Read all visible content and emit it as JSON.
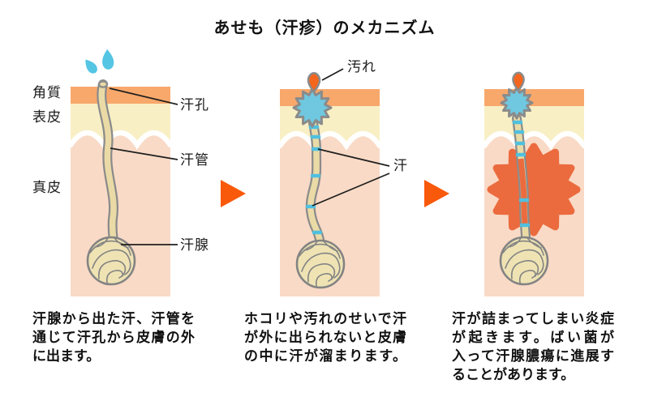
{
  "title": "あせも（汗疹）のメカニズム",
  "colors": {
    "stratum_corneum_orange": "#F8A86B",
    "epidermis_cream": "#F8EFC5",
    "dermis_pink": "#F9DAC6",
    "duct_tan": "#EADAA6",
    "gland_fill": "#EFE3B4",
    "outline_gray": "#8B8B8B",
    "sweat_blue": "#55C5E4",
    "dirt_orange": "#F4651D",
    "inflammation_red": "#EB6B3E",
    "arrow_orange": "#F9590B",
    "text_black": "#1A1A1A"
  },
  "icons": {
    "step_arrow_1": "arrow-right-triangle",
    "step_arrow_2": "arrow-right-triangle",
    "sweat_droplets": "water-drops",
    "dirt_plug": "dirt-drop",
    "trapped_sweat": "starburst",
    "inflammation": "starburst-large"
  },
  "panels": [
    {
      "name": "normal-sweating",
      "layer_labels": {
        "stratum": "角質",
        "epidermis": "表皮",
        "dermis": "真皮"
      },
      "part_labels": {
        "pore": "汗孔",
        "duct": "汗管",
        "gland": "汗腺"
      },
      "caption_lines": [
        "汗腺から出た汗、汗管を",
        "通じて汗孔から皮膚の外",
        "に出ます。"
      ]
    },
    {
      "name": "blocked-pore",
      "part_labels": {
        "dirt": "汚れ",
        "sweat": "汗"
      },
      "caption_lines": [
        "ホコリや汚れのせいで汗",
        "が外に出られないと皮膚",
        "の中に汗が溜まります。"
      ]
    },
    {
      "name": "inflammation",
      "caption_lines": [
        "汗が詰まってしまい炎症",
        "が起きます。ばい菌が",
        "入って汗腺膿瘍に進展す",
        "ることがあります。"
      ]
    }
  ]
}
